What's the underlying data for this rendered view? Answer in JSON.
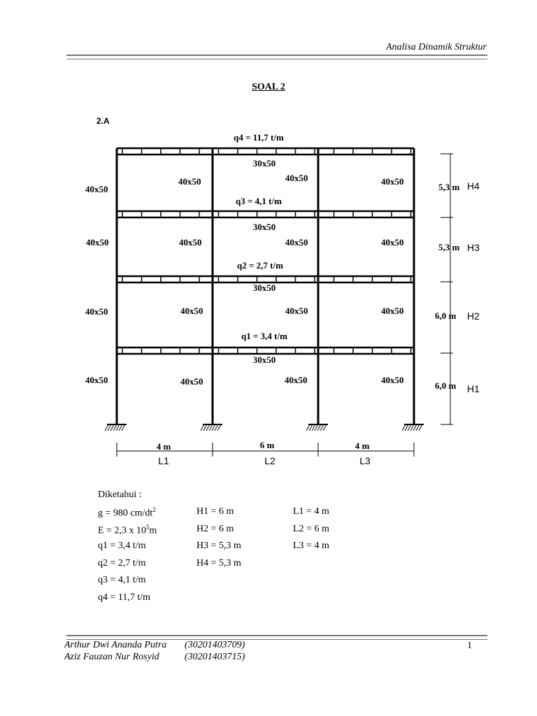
{
  "header": {
    "title": "Analisa Dinamik Struktur"
  },
  "doc_title": "SOAL 2",
  "section": "2.A",
  "frame": {
    "loads": [
      "q4 = 11,7 t/m",
      "q3 = 4,1 t/m",
      "q2 = 2,7 t/m",
      "q1 = 3,4 t/m"
    ],
    "beam_size": "30x50",
    "column_size": "40x50",
    "story_heights": [
      "5,3 m",
      "5,3 m",
      "6,0 m",
      "6,0 m"
    ],
    "story_names": [
      "H4",
      "H3",
      "H2",
      "H1"
    ],
    "spans": [
      "4 m",
      "6 m",
      "4 m"
    ],
    "span_names": [
      "L1",
      "L2",
      "L3"
    ]
  },
  "given": {
    "label": "Diketahui :",
    "g_pre": "g = 980 cm/dt",
    "g_sup": "2",
    "e_pre": "E = 2,3 x 10",
    "e_sup": "5",
    "e_post": "m",
    "col1_rest": [
      "q1 = 3,4 t/m",
      "q2 = 2,7 t/m",
      "q3 = 4,1 t/m",
      "q4 = 11,7 t/m"
    ],
    "col2": [
      "H1 = 6 m",
      "H2 = 6 m",
      "H3 = 5,3 m",
      "H4 = 5,3 m"
    ],
    "col3": [
      "L1 = 4 m",
      "L2 = 6 m",
      "L3 = 4 m"
    ]
  },
  "footer": {
    "author1": "Arthur Dwi Ananda Putra",
    "id1": "(30201403709)",
    "author2": "Aziz Fauzan Nur Rosyid",
    "id2": "(30201403715)",
    "page": "1"
  }
}
